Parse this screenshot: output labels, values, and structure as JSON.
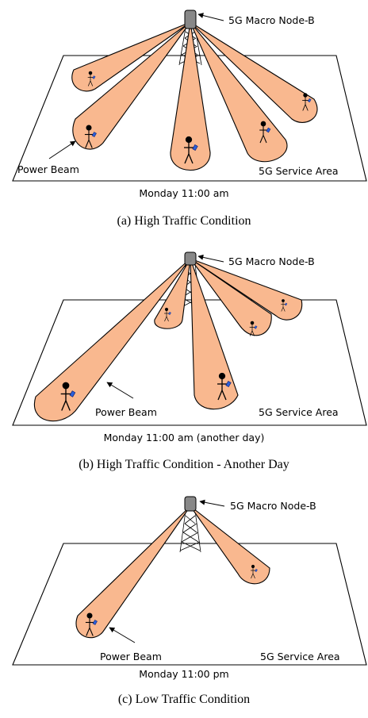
{
  "panels": [
    {
      "node_label": "5G Macro Node-B",
      "beam_label": "Power Beam",
      "area_label": "5G Service Area",
      "time_label": "Monday 11:00 am",
      "caption": "(a) High Traffic Condition"
    },
    {
      "node_label": "5G Macro Node-B",
      "beam_label": "Power Beam",
      "area_label": "5G Service Area",
      "time_label": "Monday 11:00 am (another day)",
      "caption": "(b) High Traffic Condition - Another Day"
    },
    {
      "node_label": "5G Macro Node-B",
      "beam_label": "Power Beam",
      "area_label": "5G Service Area",
      "time_label": "Monday 11:00 pm",
      "caption": "(c) Low Traffic Condition"
    }
  ],
  "colors": {
    "beam": "#f9b88f",
    "phone": "#2b5fd9"
  }
}
